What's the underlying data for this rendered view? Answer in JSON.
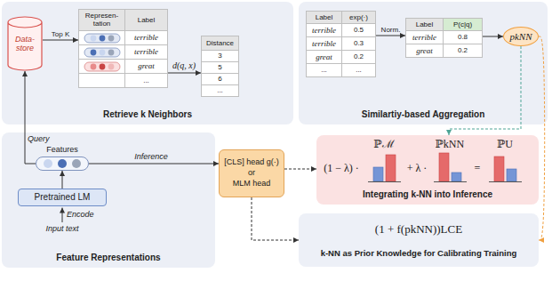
{
  "diagram": {
    "nodes": [
      {
        "text": [
          "Retrieve k Neighbors"
        ]
      },
      {
        "text": [
          "Data-store"
        ],
        "in": 0
      },
      {
        "text": [
          "Represen- tation",
          "Label",
          "terrible",
          "terrible",
          "great",
          "..."
        ],
        "in": 0
      },
      {
        "text": [
          "Distance",
          "3",
          "5",
          "6",
          "..."
        ],
        "in": 0
      },
      {
        "text": [
          "Similartiy-based Aggregation"
        ]
      },
      {
        "text": [
          "Label",
          "exp(·)",
          "terrible",
          "0.5",
          "terrible",
          "0.3",
          "great",
          "0.2",
          "...",
          "..."
        ],
        "in": 4
      },
      {
        "text": [
          "Label",
          "P(c|q)",
          "terrible",
          "0.8",
          "great",
          "0.2"
        ],
        "in": 4
      },
      {
        "text": [
          "pkNN"
        ],
        "in": 4
      },
      {
        "text": [
          "Feature Representations"
        ]
      },
      {
        "text": [
          "Features"
        ],
        "in": 8
      },
      {
        "text": [
          "Pretrained LM"
        ],
        "in": 8
      },
      {
        "text": [
          "[CLS] head g(·)",
          "or",
          "MLM head"
        ]
      },
      {
        "text": [
          "(1 − λ) ·",
          "ℙℳ",
          "+ λ ·",
          "ℙkNN",
          "=",
          "ℙU",
          "Integrating k-NN into Inference"
        ]
      },
      {
        "text": [
          "(1 + f(pkNN))LCE",
          "k-NN as Prior Knowledge for Calibrating Training"
        ]
      }
    ],
    "edges": [
      {
        "from": 1,
        "to": 2,
        "label": "Top K",
        "arrow": "to"
      },
      {
        "from": 2,
        "to": 3,
        "label": "d(q, x)",
        "arrow": "to"
      },
      {
        "from": 5,
        "to": 6,
        "label": "Norm.",
        "arrow": "to"
      },
      {
        "from": 6,
        "to": 7,
        "arrow": "to"
      },
      {
        "from": 10,
        "to": 9,
        "arrow": "to"
      },
      {
        "from": 9,
        "to": 11,
        "label": "Inference",
        "arrow": "to"
      },
      {
        "from": 9,
        "to": 1,
        "label": "Query",
        "arrow": "to"
      },
      {
        "from": 7,
        "to": 12,
        "arrow": "to"
      },
      {
        "from": 7,
        "to": 13,
        "arrow": "to"
      },
      {
        "from": 11,
        "to": 12,
        "arrow": "to"
      },
      {
        "from": 11,
        "to": 13,
        "arrow": "to"
      }
    ],
    "labels": [
      "Encode",
      "Input text"
    ]
  }
}
